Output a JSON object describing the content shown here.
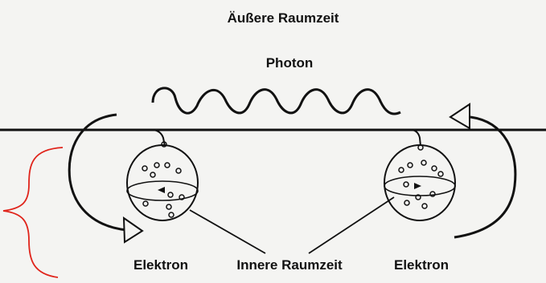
{
  "title": "Äußere Raumzeit",
  "labels": {
    "photon": "Photon",
    "electron_left": "Elektron",
    "inner_spacetime": "Innere Raumzeit",
    "electron_right": "Elektron"
  },
  "colors": {
    "ink": "#111111",
    "background": "#f4f4f2",
    "bracket": "#e0241b"
  }
}
